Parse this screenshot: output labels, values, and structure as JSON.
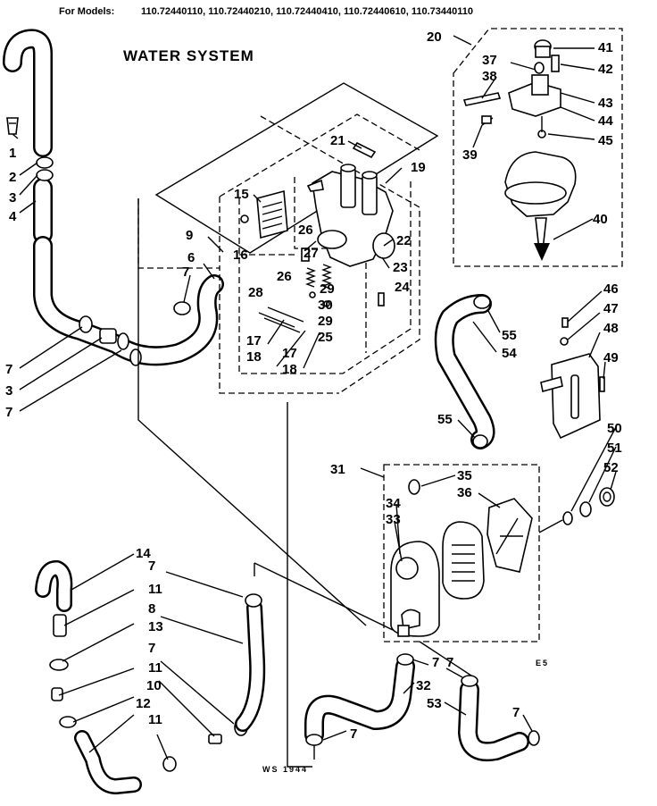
{
  "header": {
    "models_label": "For Models:",
    "models": "110.72440110, 110.72440210, 110.72440410, 110.72440610, 110.73440110"
  },
  "title": "WATER SYSTEM",
  "footer_code": "WS  1944",
  "corner_code": "E5",
  "callouts": [
    "1",
    "2",
    "3",
    "4",
    "7",
    "3",
    "7",
    "9",
    "6",
    "7",
    "15",
    "16",
    "21",
    "19",
    "26",
    "27",
    "22",
    "23",
    "24",
    "26",
    "28",
    "29",
    "30",
    "29",
    "25",
    "17",
    "18",
    "17",
    "18",
    "20",
    "37",
    "38",
    "41",
    "42",
    "43",
    "44",
    "45",
    "39",
    "40",
    "46",
    "47",
    "48",
    "49",
    "55",
    "54",
    "55",
    "31",
    "35",
    "36",
    "34",
    "33",
    "50",
    "51",
    "52",
    "14",
    "11",
    "13",
    "7",
    "11",
    "12",
    "11",
    "10",
    "7",
    "8",
    "7",
    "7",
    "32",
    "53",
    "7",
    "7"
  ]
}
